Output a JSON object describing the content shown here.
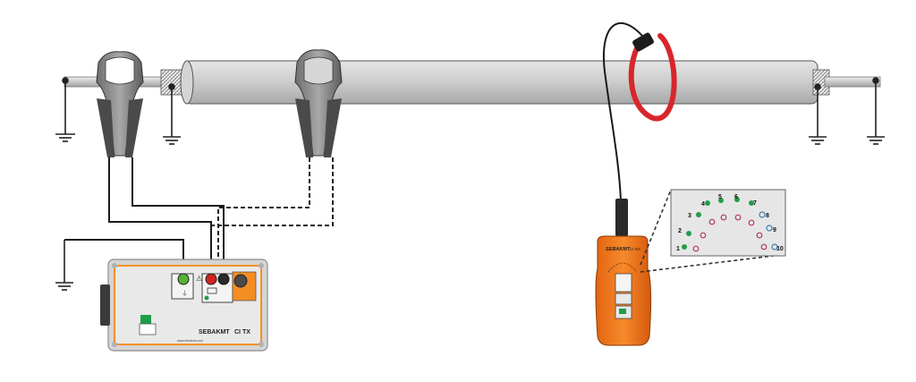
{
  "transmitter": {
    "brand": "SEBAKMT",
    "model": "CI TX",
    "website": "www.sebakmt.com",
    "panel_color": "#dcdcdc",
    "accent_color": "#ff8a1c"
  },
  "receiver": {
    "brand": "SEBAKMT",
    "model": "CI RX",
    "body_color": "#f47a20"
  },
  "indicator_panel": {
    "labels": [
      "1",
      "2",
      "3",
      "4",
      "5",
      "6",
      "7",
      "8",
      "9",
      "10"
    ],
    "led_on_color": "#1f9e4a",
    "led_off_color": "#b23a5a",
    "led_blue_color": "#3a7fae"
  },
  "colors": {
    "cable": "#cdcdcd",
    "rogowski_coil": "#d8262b",
    "wire": "#1a1a1a"
  }
}
